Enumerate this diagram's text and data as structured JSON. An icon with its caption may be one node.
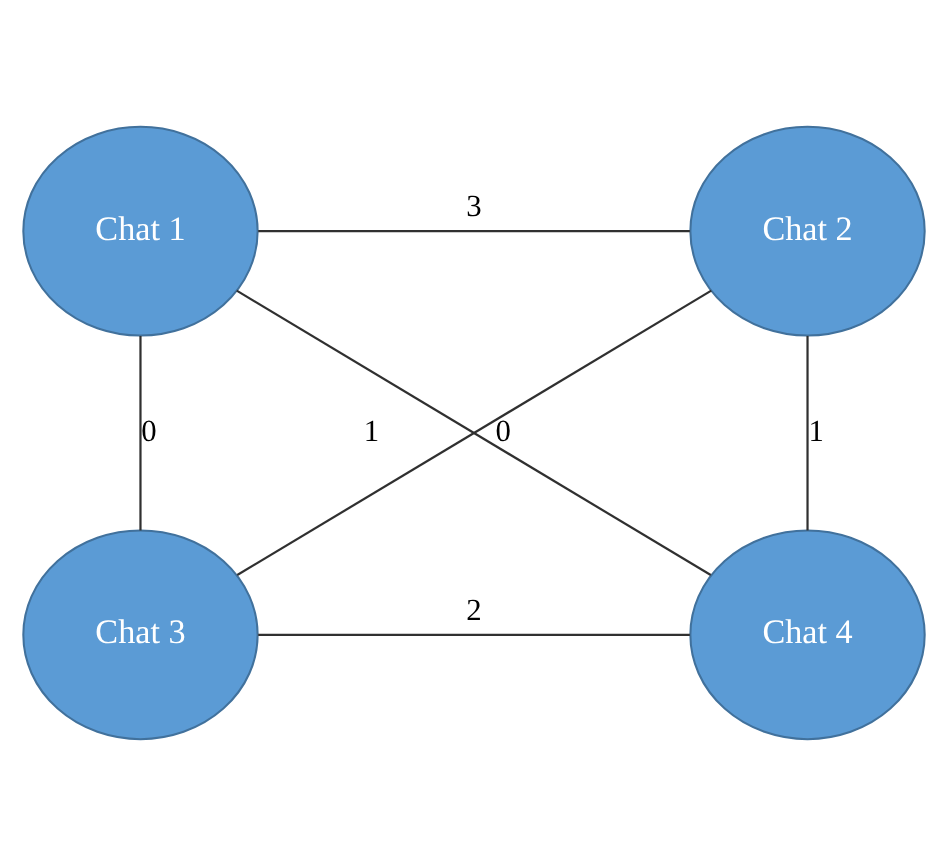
{
  "diagram": {
    "nodes": [
      {
        "text": [
          "Chat 1"
        ]
      },
      {
        "text": [
          "Chat 2"
        ]
      },
      {
        "text": [
          "Chat 3"
        ]
      },
      {
        "text": [
          "Chat 4"
        ]
      }
    ],
    "edges": [
      {
        "from": 0,
        "to": 1,
        "arrow": "none",
        "label": "3"
      },
      {
        "from": 0,
        "to": 2,
        "arrow": "none",
        "label": "0"
      },
      {
        "from": 0,
        "to": 3,
        "arrow": "none",
        "label": "1"
      },
      {
        "from": 1,
        "to": 2,
        "arrow": "none",
        "label": "0"
      },
      {
        "from": 1,
        "to": 3,
        "arrow": "none",
        "label": "1"
      },
      {
        "from": 2,
        "to": 3,
        "arrow": "none",
        "label": "2"
      }
    ]
  }
}
